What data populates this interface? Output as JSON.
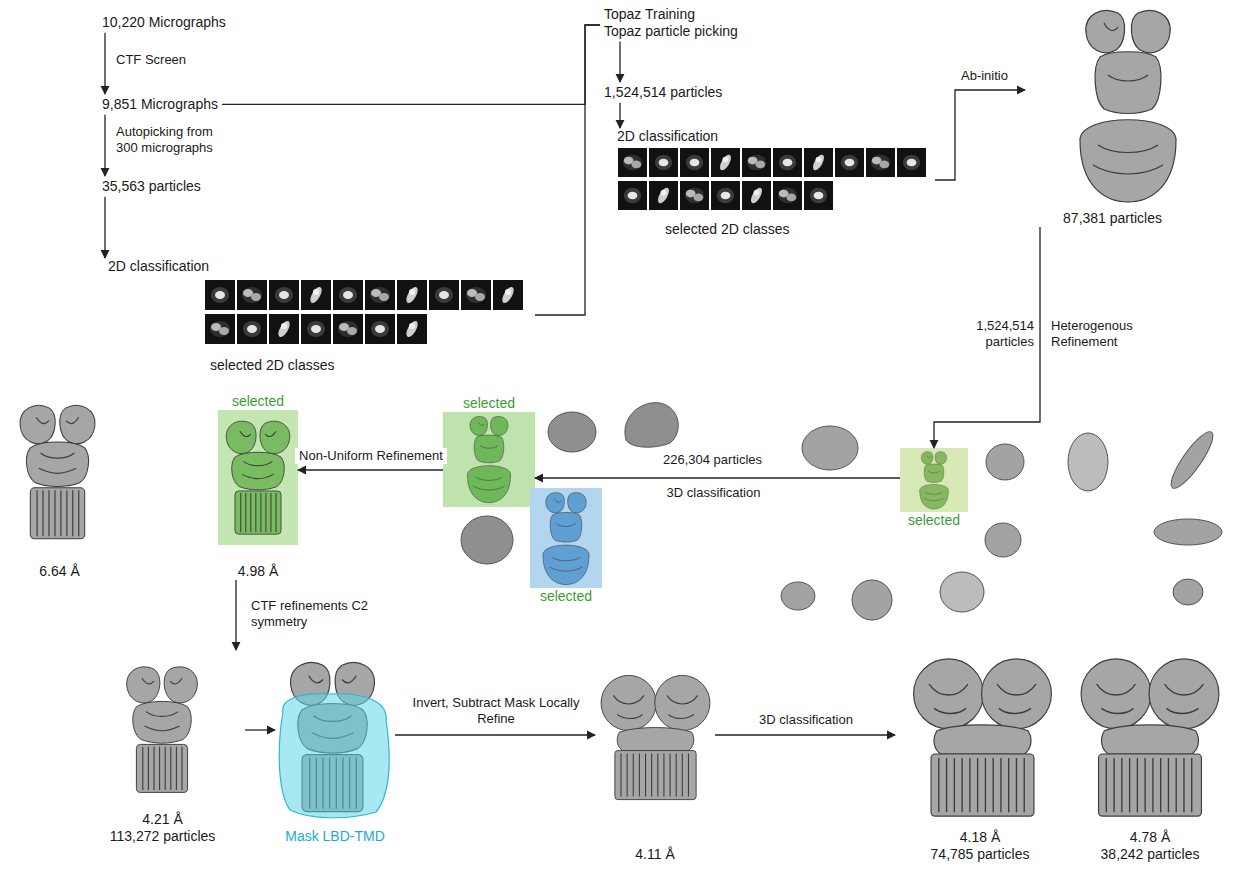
{
  "diagram": {
    "nodes": [
      {
        "text": [
          "10,220 Micrographs"
        ]
      },
      {
        "text": [
          "9,851 Micrographs"
        ]
      },
      {
        "text": [
          "35,563 particles"
        ]
      },
      {
        "text": [
          "2D classification",
          "selected 2D classes"
        ]
      },
      {
        "text": [
          "Topaz Training",
          "Topaz particle picking"
        ]
      },
      {
        "text": [
          "1,524,514 particles"
        ]
      },
      {
        "text": [
          "2D classification",
          "selected 2D classes"
        ]
      },
      {
        "text": [
          "87,381 particles"
        ]
      },
      {
        "text": [
          "selected"
        ]
      },
      {
        "text": [
          "selected"
        ]
      },
      {
        "text": [
          "selected"
        ]
      },
      {
        "text": [
          "selected",
          "4.98 Å"
        ]
      },
      {
        "text": [
          "6.64 Å"
        ]
      },
      {
        "text": [
          "4.21 Å",
          "113,272 particles"
        ]
      },
      {
        "text": [
          "Mask LBD-TMD"
        ]
      },
      {
        "text": [
          "4.11 Å"
        ]
      },
      {
        "text": [
          "4.18 Å",
          "74,785 particles"
        ]
      },
      {
        "text": [
          "4.78 Å",
          "38,242 particles"
        ]
      }
    ],
    "edges": [
      {
        "from": 0,
        "to": 1,
        "label": "CTF Screen",
        "arrow": "to"
      },
      {
        "from": 1,
        "to": 2,
        "label": "Autopicking from 300 micrographs",
        "arrow": "to"
      },
      {
        "from": 2,
        "to": 3,
        "arrow": "to"
      },
      {
        "from": 1,
        "to": 4,
        "arrow": "none"
      },
      {
        "from": 3,
        "to": 4,
        "arrow": "none"
      },
      {
        "from": 4,
        "to": 5,
        "arrow": "to"
      },
      {
        "from": 5,
        "to": 6,
        "arrow": "to"
      },
      {
        "from": 6,
        "to": 7,
        "label": "Ab-initio",
        "arrow": "to"
      },
      {
        "from": 7,
        "to": 8,
        "label": "Heterogenous Refinement",
        "arrow": "to"
      },
      {
        "from": 8,
        "to": 9,
        "label": "3D classification",
        "arrow": "to"
      },
      {
        "from": 9,
        "to": 11,
        "label": "Non-Uniform Refinement",
        "arrow": "to"
      },
      {
        "from": 11,
        "to": 13,
        "label": "CTF refinements C2 symmetry",
        "arrow": "to"
      },
      {
        "from": 13,
        "to": 14,
        "arrow": "to"
      },
      {
        "from": 14,
        "to": 15,
        "label": "Invert, Subtract Mask Locally Refine",
        "arrow": "to"
      },
      {
        "from": 15,
        "to": 16,
        "label": "3D classification",
        "arrow": "to"
      }
    ],
    "labels": [
      "1,524,514 particles",
      "226,304 particles"
    ]
  }
}
